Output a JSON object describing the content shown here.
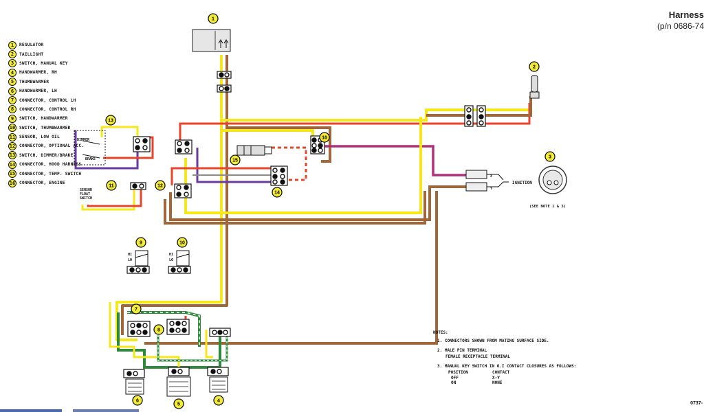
{
  "title": {
    "line1": "Harness",
    "line2": "(p/n 0686-74"
  },
  "code": "0737-",
  "legend": [
    {
      "n": "1",
      "label": "REGULATOR"
    },
    {
      "n": "2",
      "label": "TAILLIGHT"
    },
    {
      "n": "3",
      "label": "SWITCH, MANUAL KEY"
    },
    {
      "n": "4",
      "label": "HANDWARMER, RH"
    },
    {
      "n": "5",
      "label": "THUMBWARMER"
    },
    {
      "n": "6",
      "label": "HANDWARMER, LH"
    },
    {
      "n": "7",
      "label": "CONNECTOR, CONTROL LH"
    },
    {
      "n": "8",
      "label": "CONNECTOR, CONTROL RH"
    },
    {
      "n": "9",
      "label": "SWITCH, HANDWARMER"
    },
    {
      "n": "10",
      "label": "SWITCH, THUMBWARMER"
    },
    {
      "n": "11",
      "label": "SENSOR, LOW OIL"
    },
    {
      "n": "12",
      "label": "CONNECTOR, OPTIONAL ACC."
    },
    {
      "n": "13",
      "label": "SWITCH, DIMMER/BRAKE"
    },
    {
      "n": "14",
      "label": "CONNECTOR, HOOD HARNESS"
    },
    {
      "n": "15",
      "label": "CONNECTOR, TEMP. SWITCH"
    },
    {
      "n": "16",
      "label": "CONNECTOR, ENGINE"
    }
  ],
  "callouts": {
    "c1": "1",
    "c2": "2",
    "c3": "3",
    "c4": "4",
    "c5": "5",
    "c6": "6",
    "c8": "8",
    "c9": "9",
    "c10": "10",
    "c11": "11",
    "c12": "12",
    "c13": "13",
    "c14": "14",
    "c15": "15",
    "c16": "16",
    "c7": "7"
  },
  "labels": {
    "ignition": "IGNITION",
    "x": "X",
    "y": "Y",
    "see_note": "(SEE NOTE 1 & 3)",
    "dimmer": "DIMMER",
    "brake": "BRAKE",
    "sensor": "SENSOR",
    "float": "FLOAT",
    "switch": "SWITCH",
    "hi": "HI",
    "lo": "LO"
  },
  "notes": {
    "heading": "NOTES:",
    "n1": "1. CONNECTORS SHOWN FROM MATING SURFACE SIDE.",
    "n2a": "2. MALE PIN TERMINAL",
    "n2b": "FEMALE RECEPTACLE TERMINAL",
    "n3": "3. MANUAL KEY SWITCH IN O.I CONTACT CLOSURES AS FOLLOWS:",
    "n3_h1": "POSITION",
    "n3_h2": "CONTACT",
    "n3_r1a": "OFF",
    "n3_r1b": "X-Y",
    "n3_r2a": "ON",
    "n3_r2b": "NONE"
  },
  "colors": {
    "yellow": "#f5e71c",
    "brown": "#a0673a",
    "red": "#e8442a",
    "purple": "#6a3aa0",
    "magenta": "#b0307a",
    "green": "#2e8a3a",
    "gray": "#8a8a8a",
    "callout": "#f4ec3a"
  }
}
